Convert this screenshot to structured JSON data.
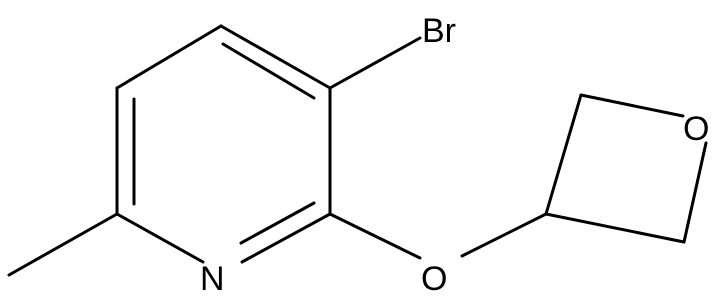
{
  "molecule": {
    "atoms": {
      "br": "Br",
      "n": "N",
      "o_ether": "O",
      "o_ring": "O"
    }
  }
}
